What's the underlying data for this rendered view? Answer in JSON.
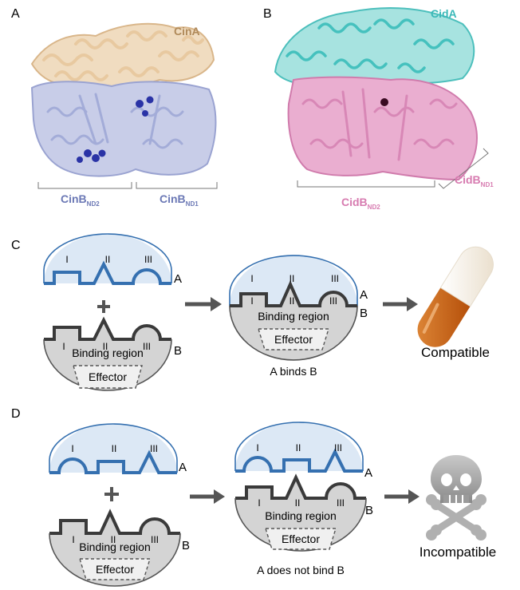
{
  "panels": {
    "a": {
      "letter": "A",
      "protein_label": "CinA",
      "domain_left_main": "CinB",
      "domain_left_sub": "ND2",
      "domain_right_main": "CinB",
      "domain_right_sub": "ND1",
      "colors": {
        "cina": "#b08a5a",
        "cinb": "#6b78b5"
      }
    },
    "b": {
      "letter": "B",
      "protein_label": "CidA",
      "domain_left_main": "CidB",
      "domain_left_sub": "ND2",
      "domain_right_main": "CidB",
      "domain_right_sub": "ND1",
      "colors": {
        "cida": "#3ab8b8",
        "cidb": "#d77bb0"
      }
    },
    "c": {
      "letter": "C",
      "numerals": [
        "I",
        "II",
        "III"
      ],
      "label_a": "A",
      "label_b": "B",
      "binding_region": "Binding region",
      "effector": "Effector",
      "result_caption": "A binds B",
      "outcome": "Compatible",
      "outcome_icon": "capsule-icon"
    },
    "d": {
      "letter": "D",
      "numerals": [
        "I",
        "II",
        "III"
      ],
      "label_a": "A",
      "label_b": "B",
      "binding_region": "Binding region",
      "effector": "Effector",
      "result_caption": "A does not bind B",
      "outcome": "Incompatible",
      "outcome_icon": "skull-crossbones-icon"
    }
  }
}
